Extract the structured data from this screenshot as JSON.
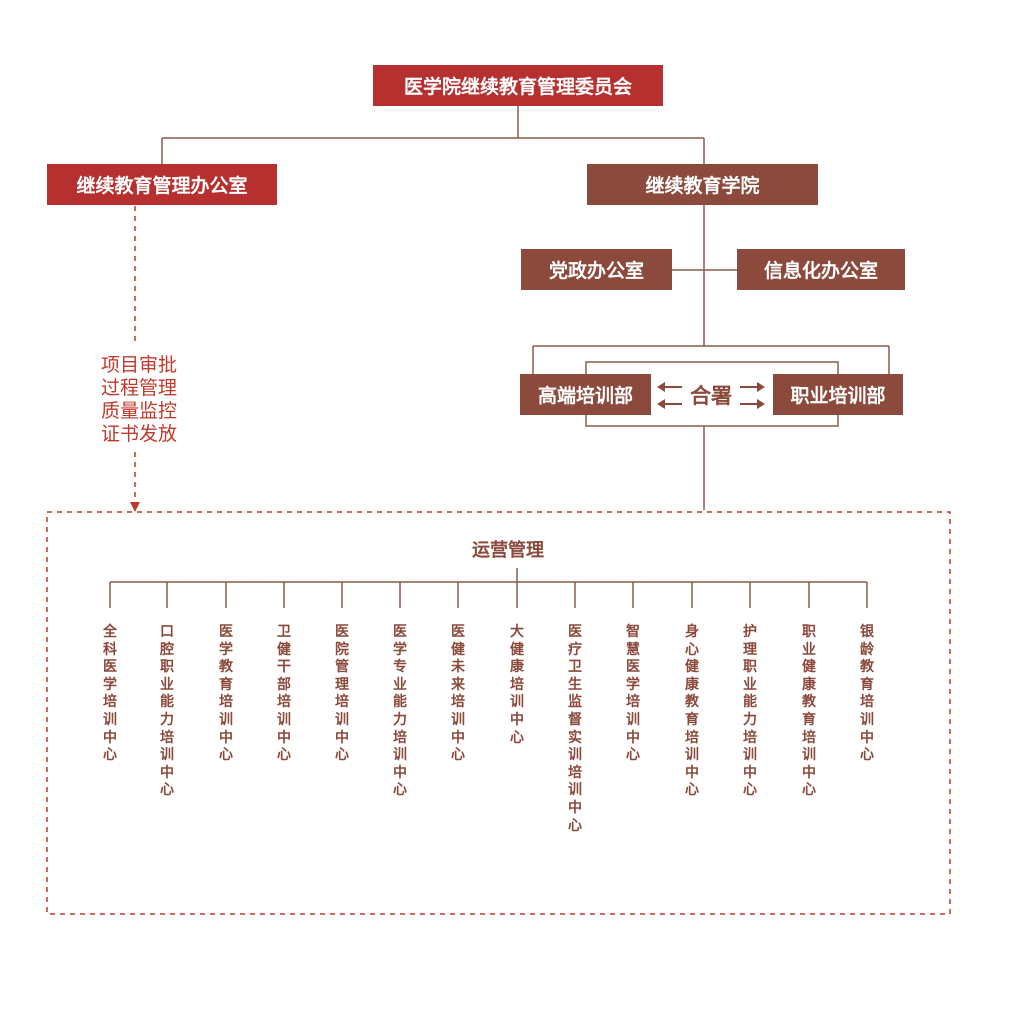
{
  "nodes": {
    "committee": "医学院继续教育管理委员会",
    "office": "继续教育管理办公室",
    "college": "继续教育学院",
    "party_office": "党政办公室",
    "info_office": "信息化办公室",
    "high_end": "高端培训部",
    "vocational": "职业培训部",
    "merge": "合署"
  },
  "duties": [
    "项目审批",
    "过程管理",
    "质量监控",
    "证书发放"
  ],
  "operations": {
    "title": "运营管理",
    "centers": [
      "全科医学培训中心",
      "口腔职业能力培训中心",
      "医学教育培训中心",
      "卫健干部培训中心",
      "医院管理培训中心",
      "医学专业能力培训中心",
      "医健未来培训中心",
      "大健康培训中心",
      "医疗卫生监督实训培训中心",
      "智慧医学培训中心",
      "身心健康教育培训中心",
      "护理职业能力培训中心",
      "职业健康教育培训中心",
      "银龄教育培训中心"
    ]
  },
  "colors": {
    "red": "#b5302f",
    "brown": "#8b4a3c",
    "dashed": "#c0392b"
  }
}
